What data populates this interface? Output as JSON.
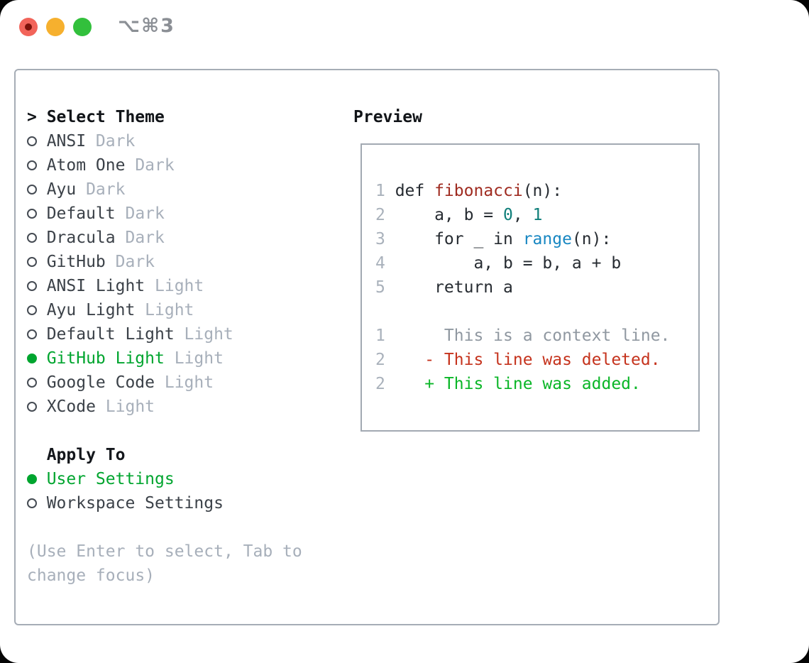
{
  "window": {
    "shortcut_label": "⌥⌘3"
  },
  "theme_list": {
    "cursor": ">",
    "title": "Select Theme",
    "items": [
      {
        "name": "ANSI",
        "tag": "Dark",
        "selected": false
      },
      {
        "name": "Atom One",
        "tag": "Dark",
        "selected": false
      },
      {
        "name": "Ayu",
        "tag": "Dark",
        "selected": false
      },
      {
        "name": "Default",
        "tag": "Dark",
        "selected": false
      },
      {
        "name": "Dracula",
        "tag": "Dark",
        "selected": false
      },
      {
        "name": "GitHub",
        "tag": "Dark",
        "selected": false
      },
      {
        "name": "ANSI Light",
        "tag": "Light",
        "selected": false
      },
      {
        "name": "Ayu Light",
        "tag": "Light",
        "selected": false
      },
      {
        "name": "Default Light",
        "tag": "Light",
        "selected": false
      },
      {
        "name": "GitHub Light",
        "tag": "Light",
        "selected": true
      },
      {
        "name": "Google Code",
        "tag": "Light",
        "selected": false
      },
      {
        "name": "XCode",
        "tag": "Light",
        "selected": false
      }
    ]
  },
  "apply_to": {
    "title": "Apply To",
    "options": [
      {
        "name": "User Settings",
        "selected": true
      },
      {
        "name": "Workspace Settings",
        "selected": false
      }
    ]
  },
  "help_lines": [
    "(Use Enter to select, Tab to",
    "change focus)"
  ],
  "preview": {
    "title": "Preview",
    "code_lines": [
      {
        "num": "1",
        "segments": [
          {
            "text": "def ",
            "color": "code_dark"
          },
          {
            "text": "fibonacci",
            "color": "func_red"
          },
          {
            "text": "(n):",
            "color": "code_dark"
          }
        ]
      },
      {
        "num": "2",
        "segments": [
          {
            "text": "    a, b = ",
            "color": "code_dark"
          },
          {
            "text": "0",
            "color": "num_teal"
          },
          {
            "text": ", ",
            "color": "code_dark"
          },
          {
            "text": "1",
            "color": "num_teal"
          }
        ]
      },
      {
        "num": "3",
        "segments": [
          {
            "text": "    for _ in ",
            "color": "code_dark"
          },
          {
            "text": "range",
            "color": "builtin_blue"
          },
          {
            "text": "(n):",
            "color": "code_dark"
          }
        ]
      },
      {
        "num": "4",
        "segments": [
          {
            "text": "        a, b = b, a + b",
            "color": "code_dark"
          }
        ]
      },
      {
        "num": "5",
        "segments": [
          {
            "text": "    return a",
            "color": "code_dark"
          }
        ]
      },
      {
        "num": "",
        "segments": []
      },
      {
        "num": "1",
        "segments": [
          {
            "text": "     This is a context line.",
            "color": "context_gray"
          }
        ]
      },
      {
        "num": "2",
        "segments": [
          {
            "text": "   - This line was deleted.",
            "color": "deleted_red"
          }
        ]
      },
      {
        "num": "2",
        "segments": [
          {
            "text": "   + This line was added.",
            "color": "added_green"
          }
        ]
      }
    ]
  },
  "colors": {
    "accent_green": "#00a52f",
    "added_green": "#0ab627",
    "deleted_red": "#c5331d",
    "func_red": "#9f2b20",
    "num_teal": "#0e7e79",
    "builtin_blue": "#1887c2",
    "code_dark": "#262b31",
    "context_gray": "#9098a1",
    "line_number": "#a9b1bb",
    "text_dark": "#3b4148",
    "dim_gray": "#a7afba",
    "border_gray": "#a6adb6",
    "traffic_red": "#f2645a",
    "traffic_yellow": "#f6b02e",
    "traffic_green": "#32c03c"
  }
}
